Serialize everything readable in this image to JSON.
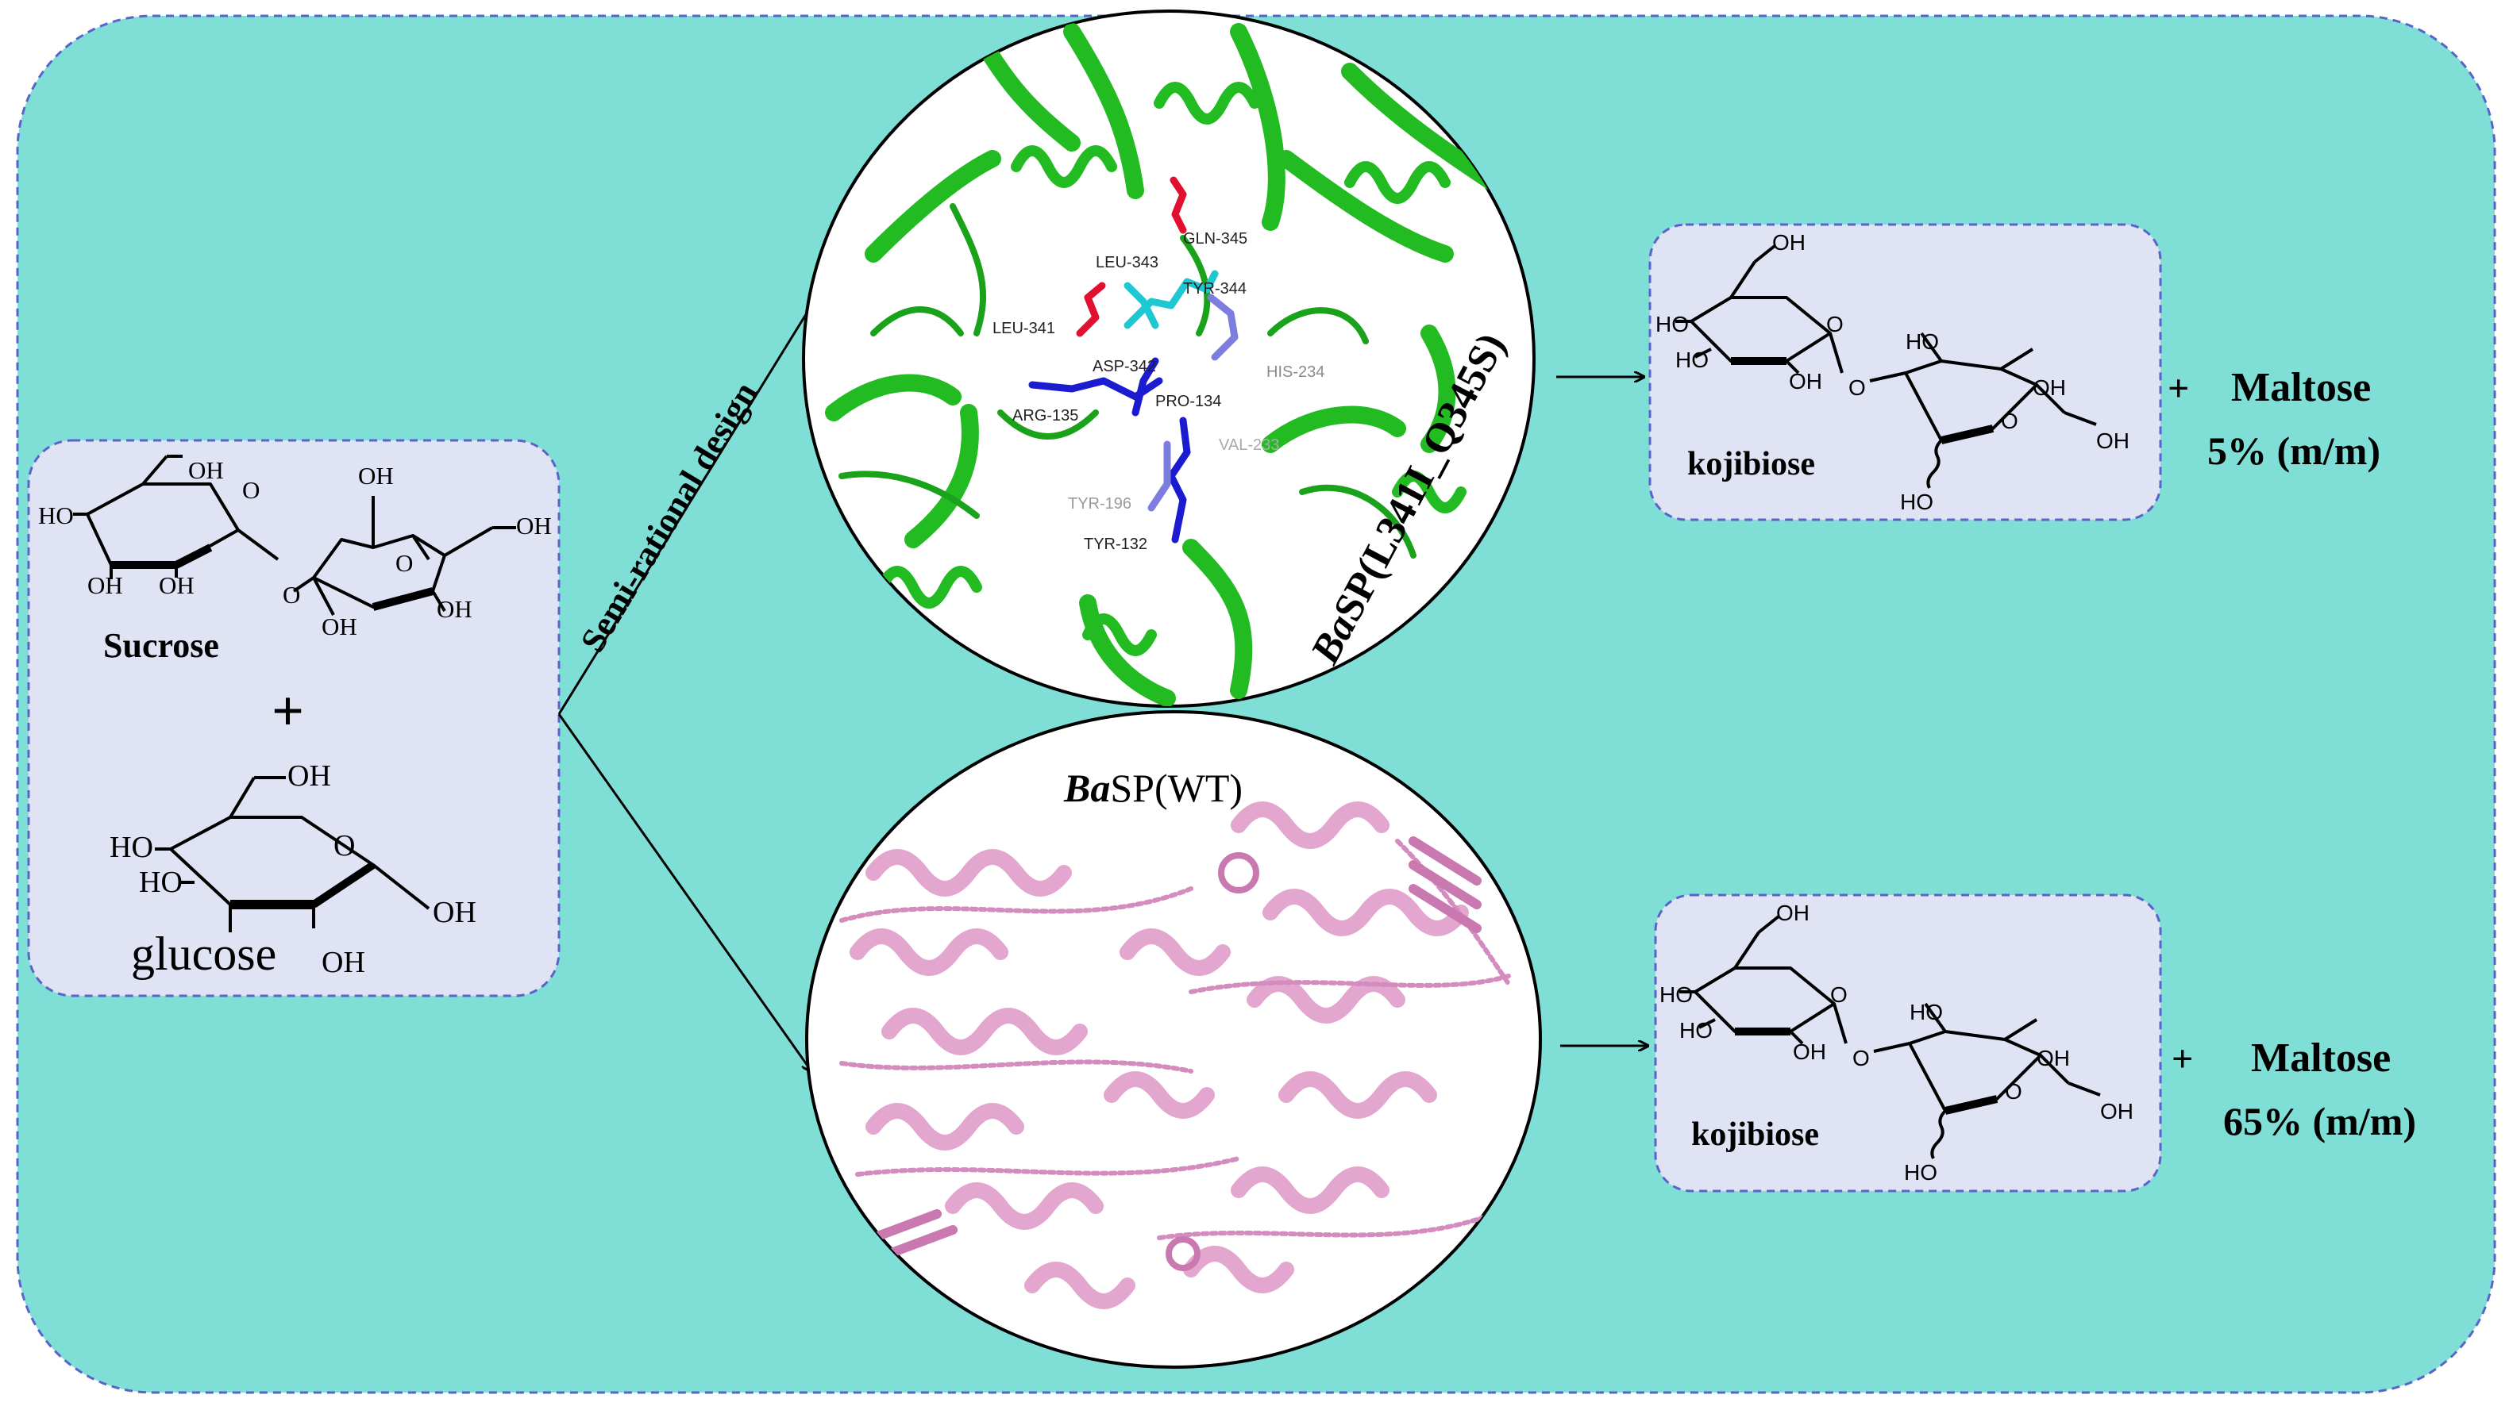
{
  "diagram": {
    "colors": {
      "background": "#7fdfd6",
      "box_fill": "#dfe3f4",
      "box_border": "#5a63c9",
      "protein_green": "#1fbf1f",
      "protein_pink": "#e2a6cf",
      "residue_red": "#e0102e",
      "residue_cyan": "#1ec8d2",
      "residue_blue": "#1b1bd0",
      "residue_lightblue": "#7d7de0"
    },
    "substrates": {
      "sucrose_label": "Sucrose",
      "plus": "+",
      "glucose_label": "glucose",
      "sucrose_oh": [
        "OH",
        "HO",
        "OH",
        "OH",
        "OH",
        "OH",
        "OH",
        "OH"
      ],
      "glucose_oh": [
        "OH",
        "HO",
        "HO",
        "OH",
        "OH"
      ],
      "ring_o": "O"
    },
    "arrow_label": "Semi-rational design",
    "mutant": {
      "label_italic": "Ba",
      "label_rest": "SP(L341I_Q345S)",
      "residues": [
        "GLN-345",
        "LEU-343",
        "TYR-344",
        "LEU-341",
        "ASP-342",
        "HIS-234",
        "ARG-135",
        "PRO-134",
        "VAL-233",
        "TYR-196",
        "TYR-132"
      ]
    },
    "wild_type": {
      "label_italic": "Ba",
      "label_rest": "SP(WT)"
    },
    "product_top": {
      "label": "kojibiose",
      "oh": [
        "OH",
        "HO",
        "HO",
        "OH",
        "HO",
        "OH",
        "OH",
        "HO"
      ],
      "ring_o": "O",
      "plus": "+",
      "byproduct": "Maltose",
      "ratio": "5% (m/m)"
    },
    "product_bottom": {
      "label": "kojibiose",
      "oh": [
        "OH",
        "HO",
        "HO",
        "OH",
        "HO",
        "OH",
        "OH",
        "HO"
      ],
      "ring_o": "O",
      "plus": "+",
      "byproduct": "Maltose",
      "ratio": "65% (m/m)"
    }
  }
}
